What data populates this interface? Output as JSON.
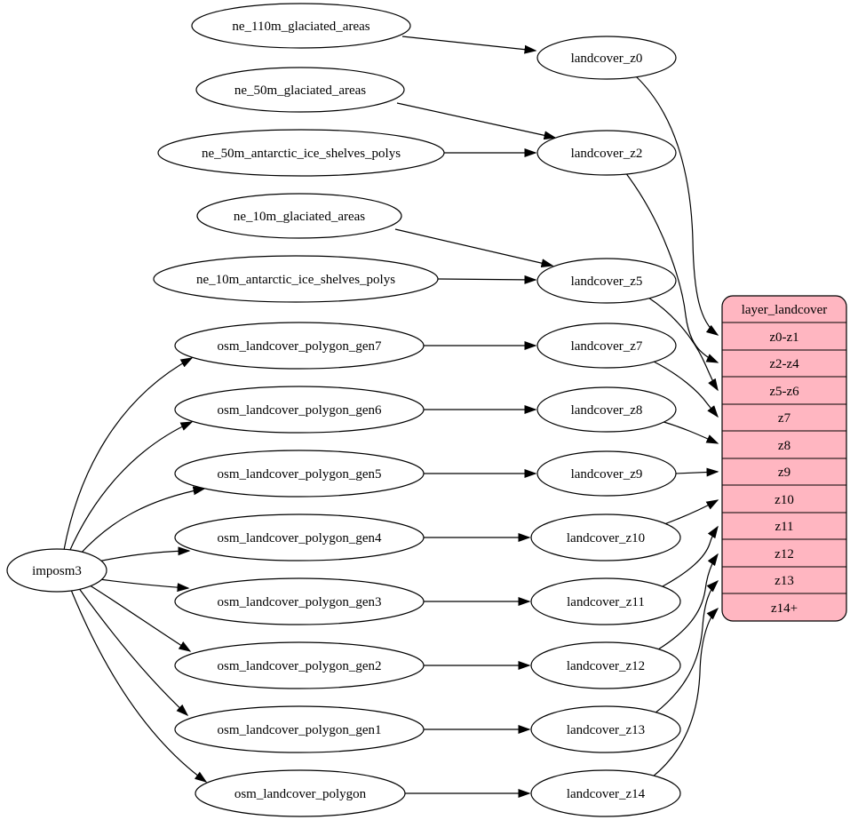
{
  "diagram": {
    "bg": "#ffffff",
    "node_fill": "#ffffff",
    "stroke": "#000000",
    "record_fill": "#ffb6c1"
  },
  "nodes": {
    "imposm3": {
      "label": "imposm3"
    },
    "ne110m_glaciated": {
      "label": "ne_110m_glaciated_areas"
    },
    "ne50m_glaciated": {
      "label": "ne_50m_glaciated_areas"
    },
    "ne50m_antarctic": {
      "label": "ne_50m_antarctic_ice_shelves_polys"
    },
    "ne10m_glaciated": {
      "label": "ne_10m_glaciated_areas"
    },
    "ne10m_antarctic": {
      "label": "ne_10m_antarctic_ice_shelves_polys"
    },
    "gen7": {
      "label": "osm_landcover_polygon_gen7"
    },
    "gen6": {
      "label": "osm_landcover_polygon_gen6"
    },
    "gen5": {
      "label": "osm_landcover_polygon_gen5"
    },
    "gen4": {
      "label": "osm_landcover_polygon_gen4"
    },
    "gen3": {
      "label": "osm_landcover_polygon_gen3"
    },
    "gen2": {
      "label": "osm_landcover_polygon_gen2"
    },
    "gen1": {
      "label": "osm_landcover_polygon_gen1"
    },
    "poly": {
      "label": "osm_landcover_polygon"
    },
    "z0": {
      "label": "landcover_z0"
    },
    "z2": {
      "label": "landcover_z2"
    },
    "z5": {
      "label": "landcover_z5"
    },
    "z7": {
      "label": "landcover_z7"
    },
    "z8": {
      "label": "landcover_z8"
    },
    "z9": {
      "label": "landcover_z9"
    },
    "z10": {
      "label": "landcover_z10"
    },
    "z11": {
      "label": "landcover_z11"
    },
    "z12": {
      "label": "landcover_z12"
    },
    "z13": {
      "label": "landcover_z13"
    },
    "z14": {
      "label": "landcover_z14"
    }
  },
  "record": {
    "title": "layer_landcover",
    "rows": [
      "z0-z1",
      "z2-z4",
      "z5-z6",
      "z7",
      "z8",
      "z9",
      "z10",
      "z11",
      "z12",
      "z13",
      "z14+"
    ]
  },
  "edges": [
    {
      "from": "imposm3",
      "to": "osm_landcover_polygon_gen7"
    },
    {
      "from": "imposm3",
      "to": "osm_landcover_polygon_gen6"
    },
    {
      "from": "imposm3",
      "to": "osm_landcover_polygon_gen5"
    },
    {
      "from": "imposm3",
      "to": "osm_landcover_polygon_gen4"
    },
    {
      "from": "imposm3",
      "to": "osm_landcover_polygon_gen3"
    },
    {
      "from": "imposm3",
      "to": "osm_landcover_polygon_gen2"
    },
    {
      "from": "imposm3",
      "to": "osm_landcover_polygon_gen1"
    },
    {
      "from": "imposm3",
      "to": "osm_landcover_polygon"
    },
    {
      "from": "ne_110m_glaciated_areas",
      "to": "landcover_z0"
    },
    {
      "from": "ne_50m_glaciated_areas",
      "to": "landcover_z2"
    },
    {
      "from": "ne_50m_antarctic_ice_shelves_polys",
      "to": "landcover_z2"
    },
    {
      "from": "ne_10m_glaciated_areas",
      "to": "landcover_z5"
    },
    {
      "from": "ne_10m_antarctic_ice_shelves_polys",
      "to": "landcover_z5"
    },
    {
      "from": "osm_landcover_polygon_gen7",
      "to": "landcover_z7"
    },
    {
      "from": "osm_landcover_polygon_gen6",
      "to": "landcover_z8"
    },
    {
      "from": "osm_landcover_polygon_gen5",
      "to": "landcover_z9"
    },
    {
      "from": "osm_landcover_polygon_gen4",
      "to": "landcover_z10"
    },
    {
      "from": "osm_landcover_polygon_gen3",
      "to": "landcover_z11"
    },
    {
      "from": "osm_landcover_polygon_gen2",
      "to": "landcover_z12"
    },
    {
      "from": "osm_landcover_polygon_gen1",
      "to": "landcover_z13"
    },
    {
      "from": "osm_landcover_polygon",
      "to": "landcover_z14"
    },
    {
      "from": "landcover_z0",
      "to": "layer_landcover:z0-z1"
    },
    {
      "from": "landcover_z2",
      "to": "layer_landcover:z2-z4"
    },
    {
      "from": "landcover_z5",
      "to": "layer_landcover:z5-z6"
    },
    {
      "from": "landcover_z7",
      "to": "layer_landcover:z7"
    },
    {
      "from": "landcover_z8",
      "to": "layer_landcover:z8"
    },
    {
      "from": "landcover_z9",
      "to": "layer_landcover:z9"
    },
    {
      "from": "landcover_z10",
      "to": "layer_landcover:z10"
    },
    {
      "from": "landcover_z11",
      "to": "layer_landcover:z11"
    },
    {
      "from": "landcover_z12",
      "to": "layer_landcover:z12"
    },
    {
      "from": "landcover_z13",
      "to": "layer_landcover:z13"
    },
    {
      "from": "landcover_z14",
      "to": "layer_landcover:z14+"
    }
  ]
}
